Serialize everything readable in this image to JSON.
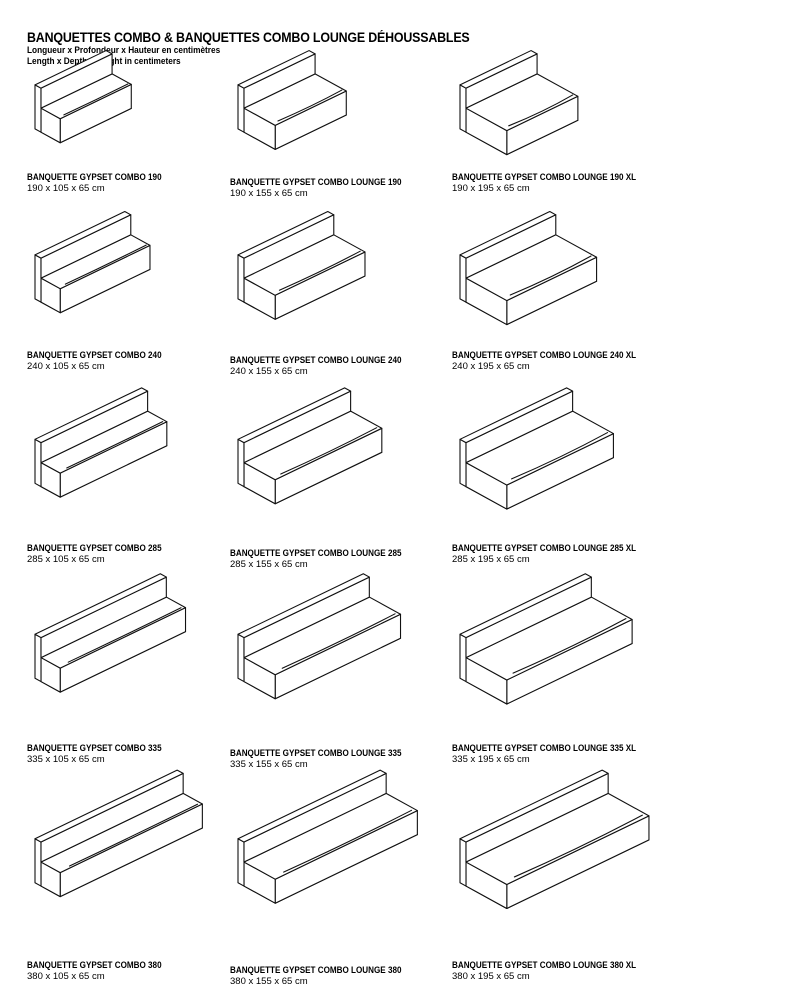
{
  "header": {
    "title": "BANQUETTES COMBO & BANQUETTES COMBO LOUNGE DÉHOUSSABLES",
    "subtitle_fr": "Longueur x Profondeur x Hauteur en centimètres",
    "subtitle_en": "Length x Depth x Height in centimeters"
  },
  "items": [
    {
      "name": "BANQUETTE GYPSET COMBO 190",
      "dims": "190 x 105 x 65 cm",
      "length": 190,
      "depth": 105
    },
    {
      "name": "BANQUETTE GYPSET COMBO LOUNGE 190",
      "dims": "190 x 155 x 65 cm",
      "length": 190,
      "depth": 155
    },
    {
      "name": "BANQUETTE GYPSET COMBO LOUNGE 190 XL",
      "dims": "190 x 195 x 65 cm",
      "length": 190,
      "depth": 195
    },
    {
      "name": "BANQUETTE GYPSET COMBO 240",
      "dims": "240 x 105 x 65 cm",
      "length": 240,
      "depth": 105
    },
    {
      "name": "BANQUETTE GYPSET COMBO LOUNGE 240",
      "dims": "240 x 155 x 65 cm",
      "length": 240,
      "depth": 155
    },
    {
      "name": "BANQUETTE GYPSET COMBO LOUNGE 240 XL",
      "dims": "240 x 195 x 65 cm",
      "length": 240,
      "depth": 195
    },
    {
      "name": "BANQUETTE GYPSET COMBO 285",
      "dims": "285 x 105 x 65 cm",
      "length": 285,
      "depth": 105
    },
    {
      "name": "BANQUETTE GYPSET COMBO LOUNGE 285",
      "dims": "285 x 155 x 65 cm",
      "length": 285,
      "depth": 155
    },
    {
      "name": "BANQUETTE GYPSET COMBO LOUNGE 285 XL",
      "dims": "285 x 195 x 65 cm",
      "length": 285,
      "depth": 195
    },
    {
      "name": "BANQUETTE GYPSET COMBO 335",
      "dims": "335 x 105 x 65 cm",
      "length": 335,
      "depth": 105
    },
    {
      "name": "BANQUETTE GYPSET COMBO LOUNGE 335",
      "dims": "335 x 155 x 65 cm",
      "length": 335,
      "depth": 155
    },
    {
      "name": "BANQUETTE GYPSET COMBO LOUNGE 335 XL",
      "dims": "335 x 195 x 65 cm",
      "length": 335,
      "depth": 195
    },
    {
      "name": "BANQUETTE GYPSET COMBO 380",
      "dims": "380 x 105 x 65 cm",
      "length": 380,
      "depth": 105
    },
    {
      "name": "BANQUETTE GYPSET COMBO LOUNGE 380",
      "dims": "380 x 155 x 65 cm",
      "length": 380,
      "depth": 155
    },
    {
      "name": "BANQUETTE GYPSET COMBO LOUNGE 380 XL",
      "dims": "380 x 195 x 65 cm",
      "length": 380,
      "depth": 195
    }
  ]
}
